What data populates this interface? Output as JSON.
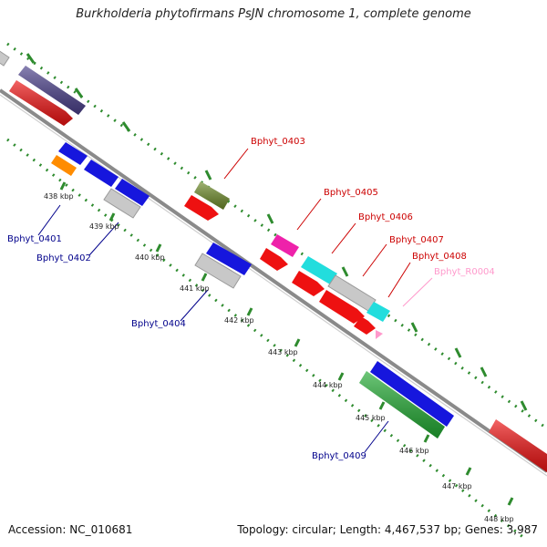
{
  "title": "Burkholderia phytofirmans PsJN chromosome 1, complete genome",
  "accession": "Accession: NC_010681",
  "summary": "Topology: circular; Length: 4,467,537 bp; Genes: 3,987",
  "colors": {
    "dotted_ring": "#2e8b2e",
    "backbone": "#8a8a8a",
    "forward_label": "#cc0000",
    "reverse_label": "#00008b",
    "rna_label": "#ff99cc"
  },
  "ticks": [
    {
      "label": "438 kbp"
    },
    {
      "label": "439 kbp"
    },
    {
      "label": "440 kbp"
    },
    {
      "label": "441 kbp"
    },
    {
      "label": "442 kbp"
    },
    {
      "label": "443 kbp"
    },
    {
      "label": "444 kbp"
    },
    {
      "label": "445 kbp"
    },
    {
      "label": "446 kbp"
    },
    {
      "label": "447 kbp"
    },
    {
      "label": "448 kbp"
    }
  ],
  "gene_labels": [
    {
      "text": "Bphyt_0401",
      "strand": "reverse"
    },
    {
      "text": "Bphyt_0402",
      "strand": "reverse"
    },
    {
      "text": "Bphyt_0403",
      "strand": "forward"
    },
    {
      "text": "Bphyt_0404",
      "strand": "reverse"
    },
    {
      "text": "Bphyt_0405",
      "strand": "forward"
    },
    {
      "text": "Bphyt_0406",
      "strand": "forward"
    },
    {
      "text": "Bphyt_0407",
      "strand": "forward"
    },
    {
      "text": "Bphyt_0408",
      "strand": "forward"
    },
    {
      "text": "Bphyt_R0004",
      "strand": "rna"
    },
    {
      "text": "Bphyt_0409",
      "strand": "reverse"
    }
  ]
}
